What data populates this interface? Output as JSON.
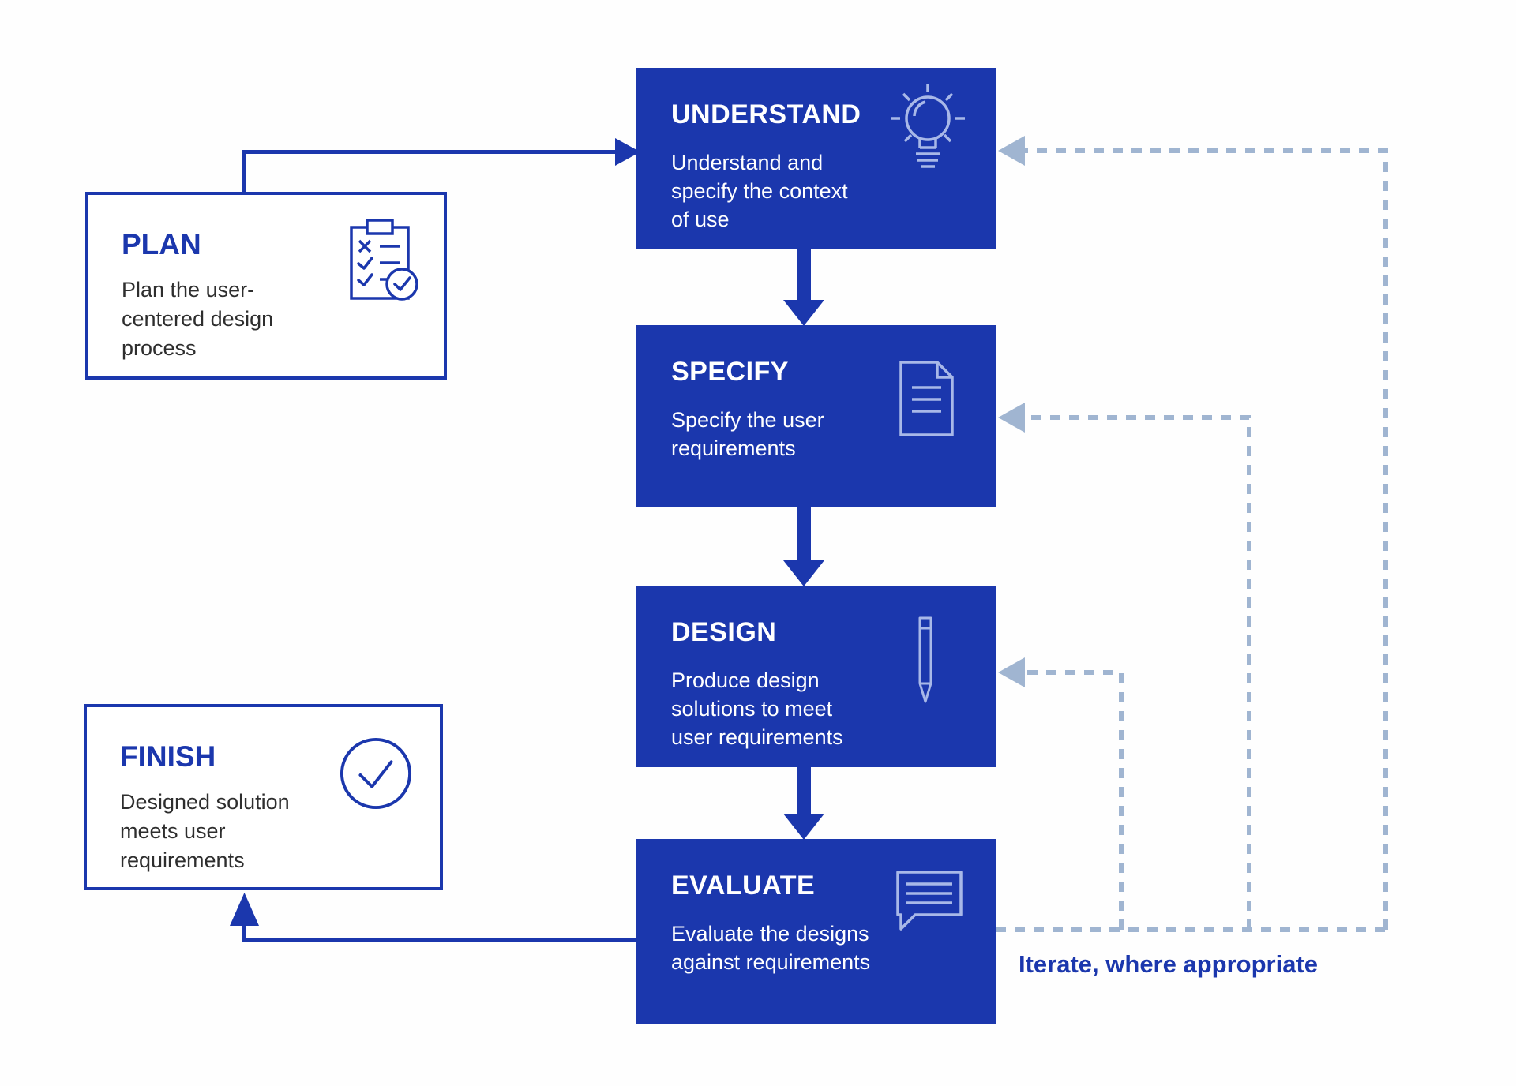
{
  "colors": {
    "accent": "#1b37ad",
    "box-fill": "#1b37ad",
    "dash": "#a0b5d1",
    "icon-on-blue": "#a8b8e8",
    "text-on-blue": "#ffffff",
    "body-text": "#2e2e2e",
    "background": "#fefefe"
  },
  "diagram": {
    "stages": [
      {
        "id": "understand",
        "title": "UNDERSTAND",
        "description": "Understand and specify the context of use",
        "icon": "lightbulb-icon"
      },
      {
        "id": "specify",
        "title": "SPECIFY",
        "description": "Specify the user requirements",
        "icon": "document-icon"
      },
      {
        "id": "design",
        "title": "DESIGN",
        "description": "Produce design solutions to meet user requirements",
        "icon": "pen-icon"
      },
      {
        "id": "evaluate",
        "title": "EVALUATE",
        "description": "Evaluate the designs against requirements",
        "icon": "speech-bubble-icon"
      }
    ],
    "side_boxes": [
      {
        "id": "plan",
        "title": "PLAN",
        "description": "Plan the user-centered design process",
        "icon": "checklist-icon"
      },
      {
        "id": "finish",
        "title": "FINISH",
        "description": "Designed solution meets user requirements",
        "icon": "check-circle-icon"
      }
    ],
    "annotation": "Iterate, where appropriate"
  }
}
